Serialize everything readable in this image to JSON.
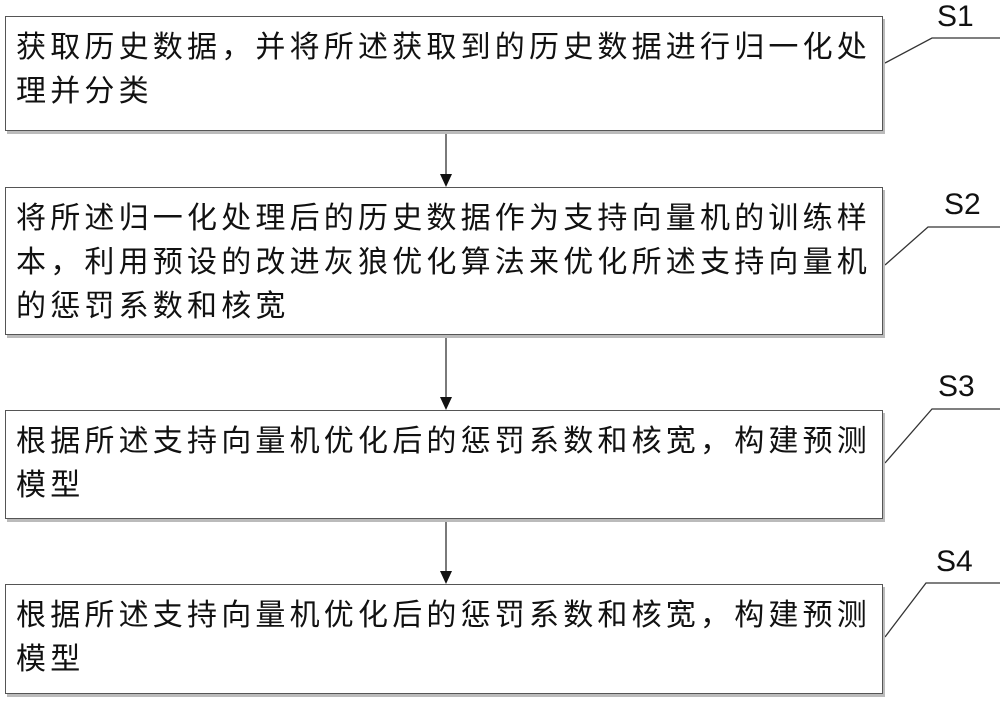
{
  "steps": [
    {
      "label": "S1",
      "lines": [
        "获取历史数据，并将所述获取到的历史数据进行归一化处",
        "理并分类"
      ]
    },
    {
      "label": "S2",
      "lines": [
        "将所述归一化处理后的历史数据作为支持向量机的训练样",
        "本，利用预设的改进灰狼优化算法来优化所述支持向量机",
        "的惩罚系数和核宽"
      ]
    },
    {
      "label": "S3",
      "lines": [
        "根据所述支持向量机优化后的惩罚系数和核宽，构建预测",
        "模型"
      ]
    },
    {
      "label": "S4",
      "lines": [
        "根据所述支持向量机优化后的惩罚系数和核宽，构建预测",
        "模型"
      ]
    }
  ]
}
